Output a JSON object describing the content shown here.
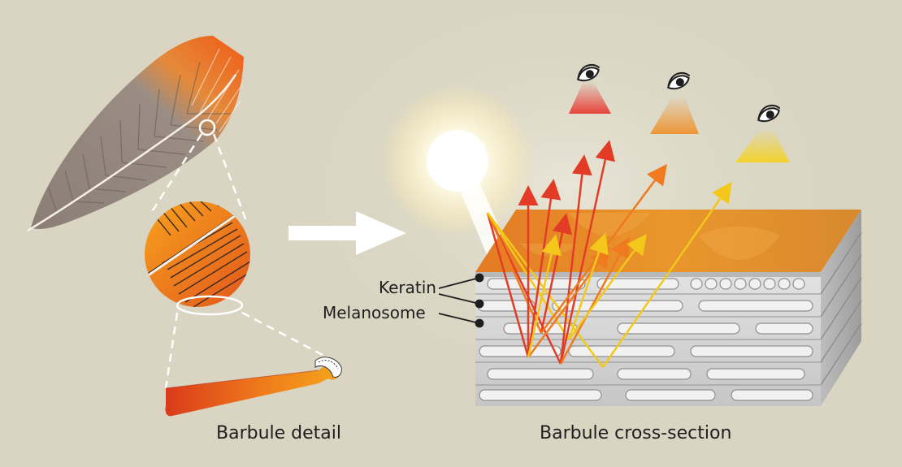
{
  "labels": {
    "keratin": "Keratin",
    "melanosome": "Melanosome",
    "barbule_detail": "Barbule detail",
    "barbule_cross_section": "Barbule cross-section"
  },
  "colors": {
    "background": "#d9d5c2",
    "feather_gray": "#8a7e76",
    "orange": "#f28c1e",
    "deep_orange": "#e2571c",
    "red": "#e23c26",
    "yellow": "#f6d21a",
    "layer_gray": "#d7d7d7",
    "keratin_top": "#e18e2f"
  },
  "icons": {
    "light_source": "sun-glow-icon",
    "viewer": "eye-icon",
    "direction": "right-arrow-icon"
  }
}
